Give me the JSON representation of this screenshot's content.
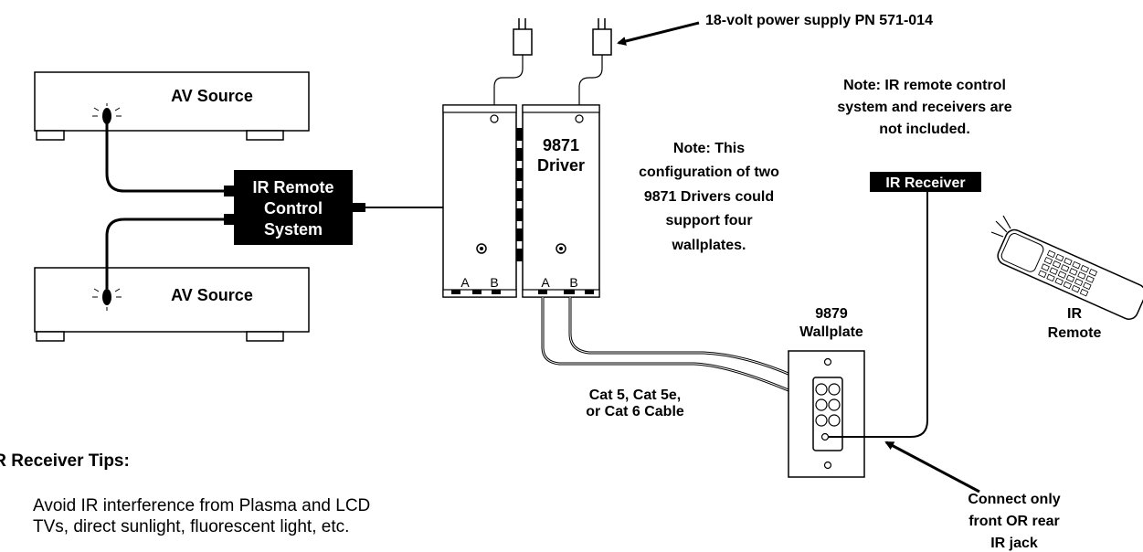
{
  "power_supply_label": "18-volt power supply PN 571-014",
  "av_source_top": "AV Source",
  "av_source_bottom": "AV Source",
  "ir_remote_control_system": [
    "IR Remote",
    "Control",
    "System"
  ],
  "driver_label": [
    "9871",
    "Driver"
  ],
  "driver_ports": {
    "left_a": "A",
    "left_b": "B",
    "right_a": "A",
    "right_b": "B"
  },
  "note_drivers": [
    "Note: This",
    "configuration of two",
    "9871 Drivers could",
    "support four",
    "wallplates."
  ],
  "note_ir": [
    "Note: IR remote control",
    "system and receivers are",
    "not included."
  ],
  "ir_receiver": "IR Receiver",
  "ir_remote": [
    "IR",
    "Remote"
  ],
  "wallplate": [
    "9879",
    "Wallplate"
  ],
  "cable": [
    "Cat 5, Cat 5e,",
    "or Cat 6 Cable"
  ],
  "connect_note": [
    "Connect only",
    "front OR rear",
    "IR jack"
  ],
  "tips_title": "IR Receiver Tips:",
  "tips": [
    "Avoid IR interference from Plasma and LCD",
    "TVs, direct sunlight, fluorescent light, etc."
  ],
  "colors": {
    "ink": "#000000",
    "paper": "#ffffff"
  }
}
